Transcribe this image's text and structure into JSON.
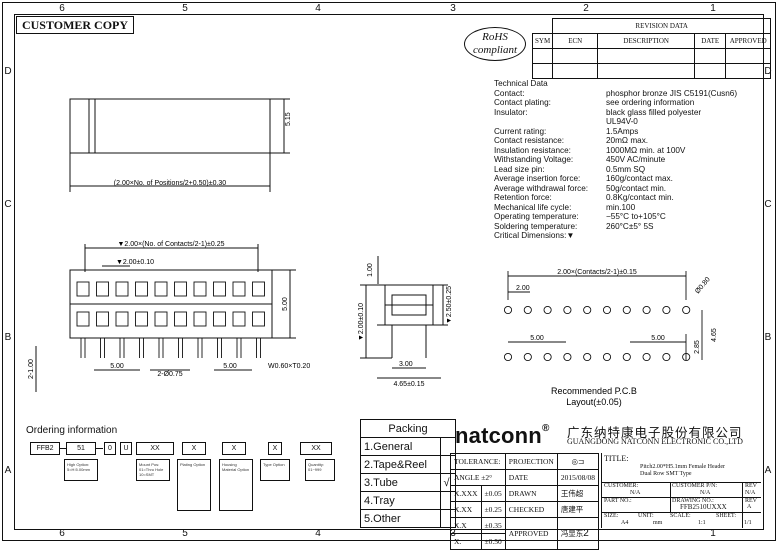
{
  "zones": {
    "columns": [
      "6",
      "5",
      "4",
      "3",
      "2",
      "1"
    ],
    "rows": [
      "D",
      "C",
      "B",
      "A"
    ]
  },
  "header": {
    "customer_copy": "CUSTOMER COPY",
    "rohs_line1": "RoHS",
    "rohs_line2": "compliant"
  },
  "revision": {
    "title": "REVISION DATA",
    "columns": [
      "SYM",
      "ECN",
      "DESCRIPTION",
      "DATE",
      "APPROVED"
    ]
  },
  "technical_data": {
    "title": "Technical Data",
    "rows": [
      {
        "k": "Contact:",
        "v": "phosphor bronze JIS C5191(Cusn6)"
      },
      {
        "k": "Contact plating:",
        "v": "see ordering information"
      },
      {
        "k": "Insulator:",
        "v": "black glass filled polyester"
      },
      {
        "k": "",
        "v": "UL94V-0"
      },
      {
        "k": "Current rating:",
        "v": "1.5Amps"
      },
      {
        "k": "Contact resistance:",
        "v": "20mΩ max."
      },
      {
        "k": "Insulation resistance:",
        "v": "1000MΩ min. at 100V"
      },
      {
        "k": "Withstanding Voltage:",
        "v": "450V AC/minute"
      },
      {
        "k": "Lead size pin:",
        "v": "0.5mm SQ"
      },
      {
        "k": "Average insertion force:",
        "v": "160g/contact max."
      },
      {
        "k": "Average withdrawal force:",
        "v": "50g/contact min."
      },
      {
        "k": "Retention force:",
        "v": "0.8Kg/contact min."
      },
      {
        "k": "Mechanical life cycle:",
        "v": "min.100"
      },
      {
        "k": "Operating temperature:",
        "v": "−55°C to+105°C"
      },
      {
        "k": "Soldering temperature:",
        "v": "260°C±5° 5S"
      },
      {
        "k": "Critical Dimensions:▼",
        "v": ""
      }
    ]
  },
  "dims": {
    "top_height": "5.15",
    "top_length": "(2.00×No. of Positions/2+0.50)±0.30",
    "front_overall": "▼2.00×(No. of Contacts/2-1)±0.25",
    "front_pitch": "▼2.00±0.10",
    "front_height": "5.00",
    "front_pin_len": "2-1.00",
    "front_5a": "5.00",
    "front_hole": "2-Ø0.75",
    "front_5b": "5.00",
    "front_pin": "W0.60×T0.20",
    "side_top": "1.00",
    "side_width": "▼2.00±0.10",
    "side_h": "▼2.50±0.25",
    "side_3": "3.00",
    "side_465": "4.65±0.15",
    "pcb_overall": "2.00×(Contacts/2-1)±0.15",
    "pcb_pitch": "2.00",
    "pcb_hole": "Ø0.80",
    "pcb_5a": "5.00",
    "pcb_5b": "5.00",
    "pcb_285": "2.85",
    "pcb_465": "4.65",
    "pcb_caption1": "Recommended P.C.B",
    "pcb_caption2": "Layout(±0.05)"
  },
  "ordering": {
    "title": "Ordering information",
    "boxes": [
      "FFB2",
      "51",
      "0",
      "U",
      "XX",
      "X",
      "X",
      "X",
      "XX"
    ],
    "sub1": "High Option: 5=H:5.00mm",
    "sub2": "Mount Pos: 01=Thru Hole 10=SMT",
    "sub3": "Plating Option",
    "sub4": "Housing Material Option",
    "sub5": "Type Option",
    "sub6": "Quantity: 01~999"
  },
  "packing": {
    "title": "Packing",
    "items": [
      "1.General",
      "2.Tape&Reel",
      "3.Tube",
      "4.Tray",
      "5.Other"
    ],
    "check": "√"
  },
  "tolerance": {
    "title": "TOLERANCE:",
    "angle": "ANGLE ±2°",
    "rows": [
      {
        "k": "X.XXX",
        "v": "±0.05"
      },
      {
        "k": "X.XX",
        "v": "±0.25"
      },
      {
        "k": "X.X",
        "v": "±0.35"
      },
      {
        "k": "X.",
        "v": "±0.50"
      }
    ]
  },
  "approvals": {
    "projection": "PROJECTION",
    "date_label": "DATE",
    "date": "2015/08/08",
    "drawn_label": "DRAWN",
    "drawn": "王伟超",
    "checked_label": "CHECKED",
    "checked": "唐建平",
    "approved_label": "APPROVED",
    "approved": "冯显东"
  },
  "company": {
    "brand": "natconn",
    "reg": "®",
    "cn_name": "广东纳特康电子股份有限公司",
    "en_name": "GUANGDONG NATCONN ELECTRONIC CO.,LTD"
  },
  "titleblock": {
    "title_label": "TITLE:",
    "title1": "Pitch2.00*H5.1mm Female Header",
    "title2": "Dual Row SMT Type",
    "customer_label": "CUSTOMER:",
    "customer": "N/A",
    "customer_pn_label": "CUSTOMER P/N:",
    "customer_pn": "N/A",
    "rev_label": "REV",
    "rev1": "N/A",
    "part_label": "PART NO.:",
    "drawing_label": "DRAWING NO.:",
    "drawing": "FFB2510UXXX",
    "rev2": "A",
    "size_label": "SIZE:",
    "size": "A4",
    "unit_label": "UNIT:",
    "unit": "mm",
    "scale_label": "SCALE:",
    "scale": "1:1",
    "sheet_label": "SHEET:",
    "sheet": "1/1"
  }
}
